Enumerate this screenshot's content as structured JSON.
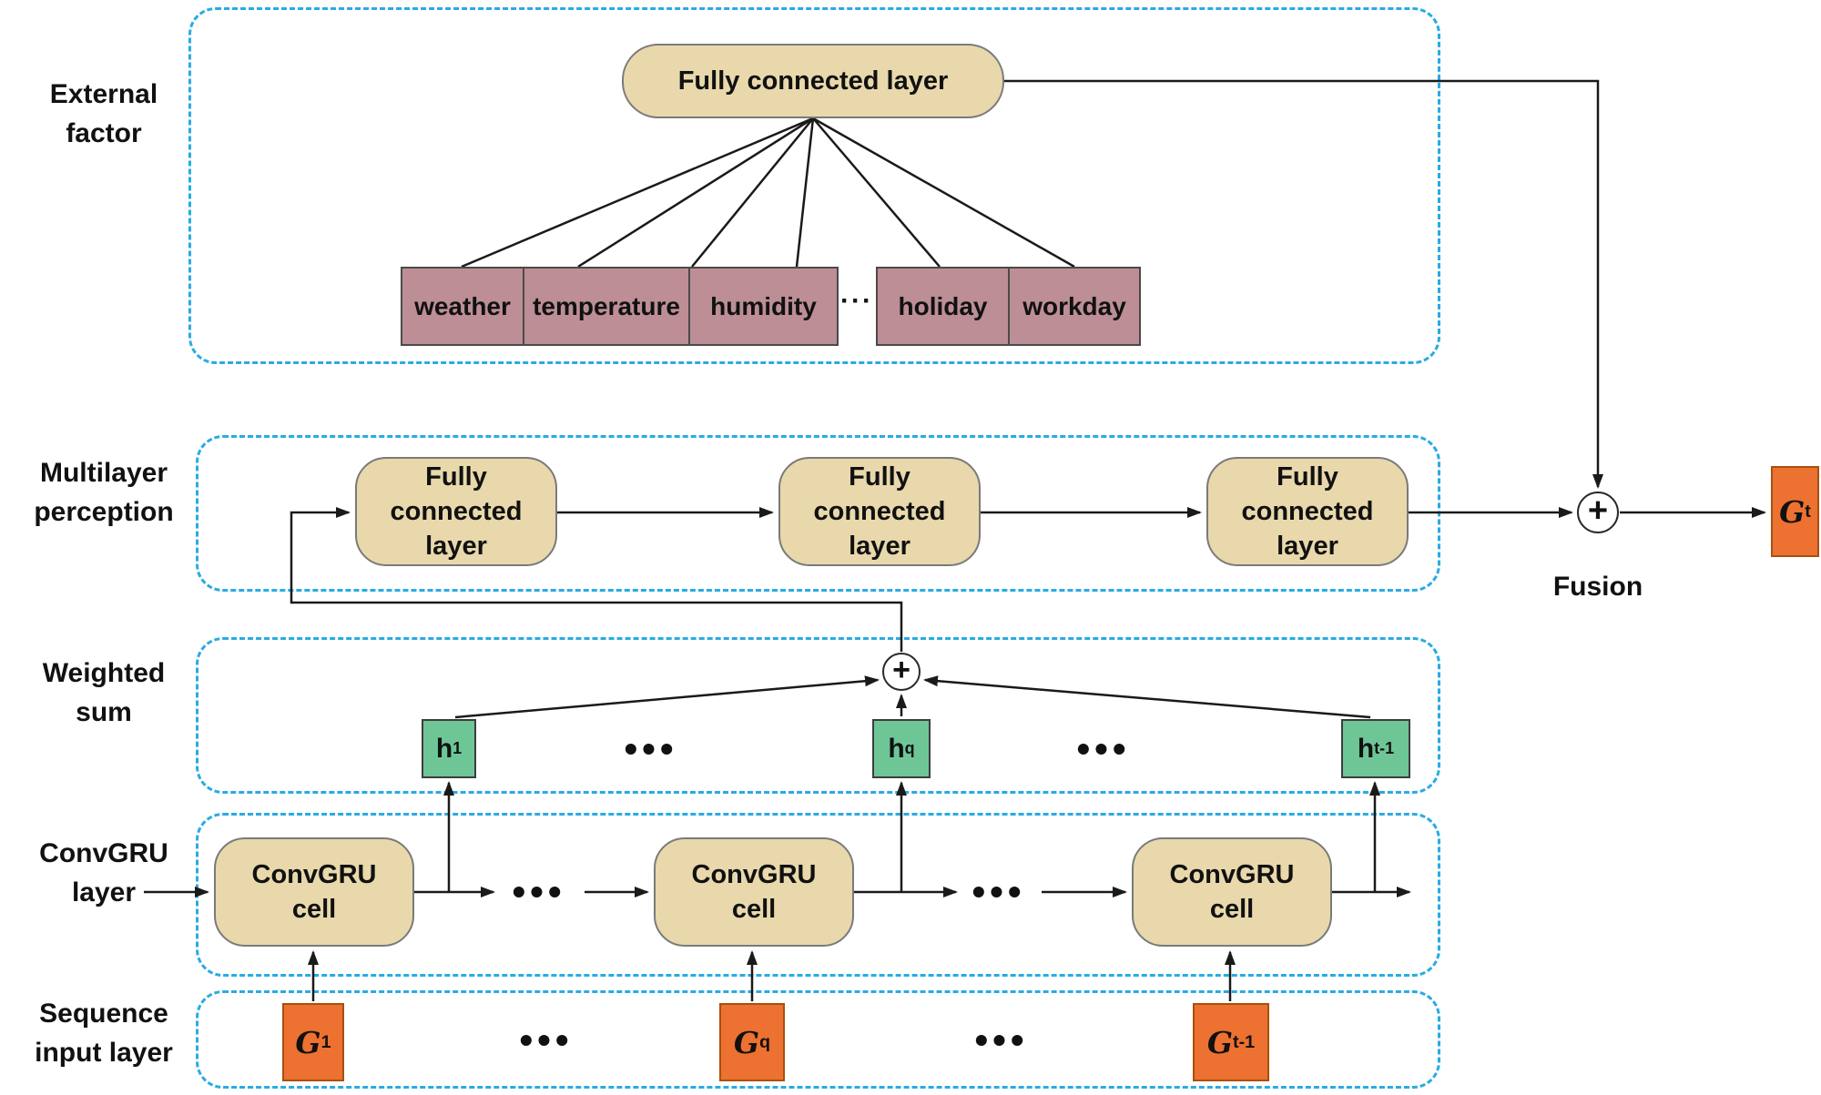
{
  "palette": {
    "dashed_border": "#29abe2",
    "tan_fill": "#e8d8ab",
    "mauve_fill": "#bd8e96",
    "green_fill": "#6ec697",
    "orange_fill": "#ed7130",
    "line_color": "#1a1a1a"
  },
  "side_labels": {
    "external": [
      "External",
      "factor"
    ],
    "mlp": [
      "Multilayer",
      "perception"
    ],
    "weighted": [
      "Weighted",
      "sum"
    ],
    "convgru": [
      "ConvGRU",
      "layer"
    ],
    "sequence": [
      "Sequence",
      "input layer"
    ]
  },
  "external": {
    "fc_label": "Fully connected layer",
    "factors": [
      "weather",
      "temperature",
      "humidity",
      "holiday",
      "workday"
    ],
    "dots": "···"
  },
  "mlp": {
    "fc_lines": [
      "Fully",
      "connected",
      "layer"
    ]
  },
  "fusion": {
    "plus": "+",
    "label": "Fusion",
    "output": {
      "base": "G",
      "sub": "t"
    }
  },
  "weighted": {
    "plus": "+",
    "dots": "•••",
    "h": [
      {
        "base": "h",
        "sub": "1"
      },
      {
        "base": "h",
        "sub": "q"
      },
      {
        "base": "h",
        "sub": "t-1"
      }
    ]
  },
  "convgru": {
    "cell_lines": [
      "ConvGRU",
      "cell"
    ],
    "dots": "•••"
  },
  "sequence": {
    "dots": "•••",
    "inputs": [
      {
        "base": "G",
        "sub": "1"
      },
      {
        "base": "G",
        "sub": "q"
      },
      {
        "base": "G",
        "sub": "t-1"
      }
    ]
  }
}
